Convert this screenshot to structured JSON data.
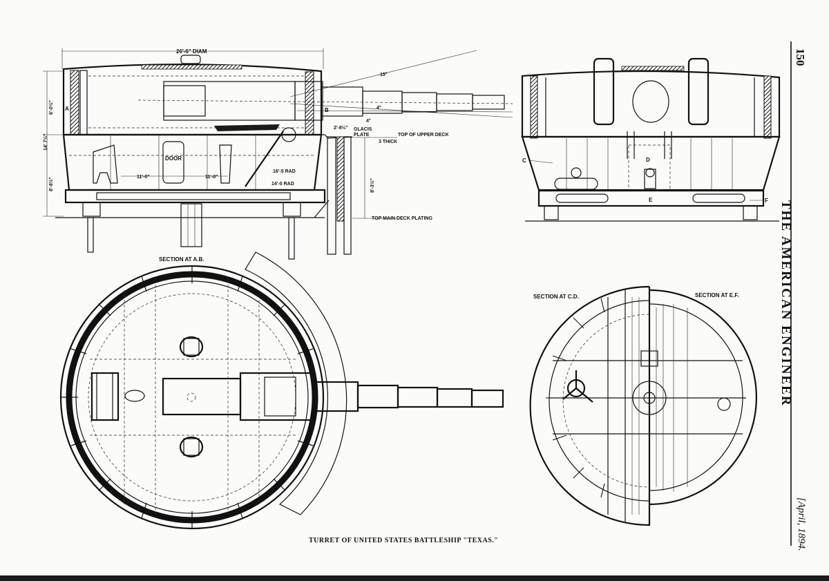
{
  "page": {
    "page_number": "150",
    "journal_title": "THE AMERICAN ENGINEER",
    "date": "[April, 1894.",
    "caption": "TURRET OF UNITED STATES BATTLESHIP \"TEXAS.\""
  },
  "elevation": {
    "diameter": "26'-6\" DIAM",
    "angle_15": "15°",
    "angle_4": "4°",
    "angle_4b": "4°",
    "glacis_dim": "2'-8½\"",
    "glacis": "GLACIS",
    "plate": "PLATE",
    "thick": "3 THICK",
    "top_upper_deck": "TOP OF UPPER DECK",
    "door": "DOOR",
    "dim_11a": "11'-0\"",
    "dim_11b": "11'-0\"",
    "rad_16": "16'-5 RAD",
    "rad_14": "14'-0 RAD",
    "top_main_deck": "TOP MAIN DECK PLATING",
    "dim_6": "6'-0½\"",
    "dim_14": "14' 7½\"",
    "dim_8a": "8'-8½\"",
    "dim_8b": "8'-3½\"",
    "mark_a": "A",
    "mark_b": "B"
  },
  "end_view": {
    "mark_c": "C",
    "mark_d": "D",
    "mark_e": "E",
    "mark_f": "F"
  },
  "plan_ab": {
    "label": "SECTION AT A.B."
  },
  "plan_cd_ef": {
    "label_cd": "SECTION AT C.D.",
    "label_ef": "SECTION AT E.F."
  }
}
